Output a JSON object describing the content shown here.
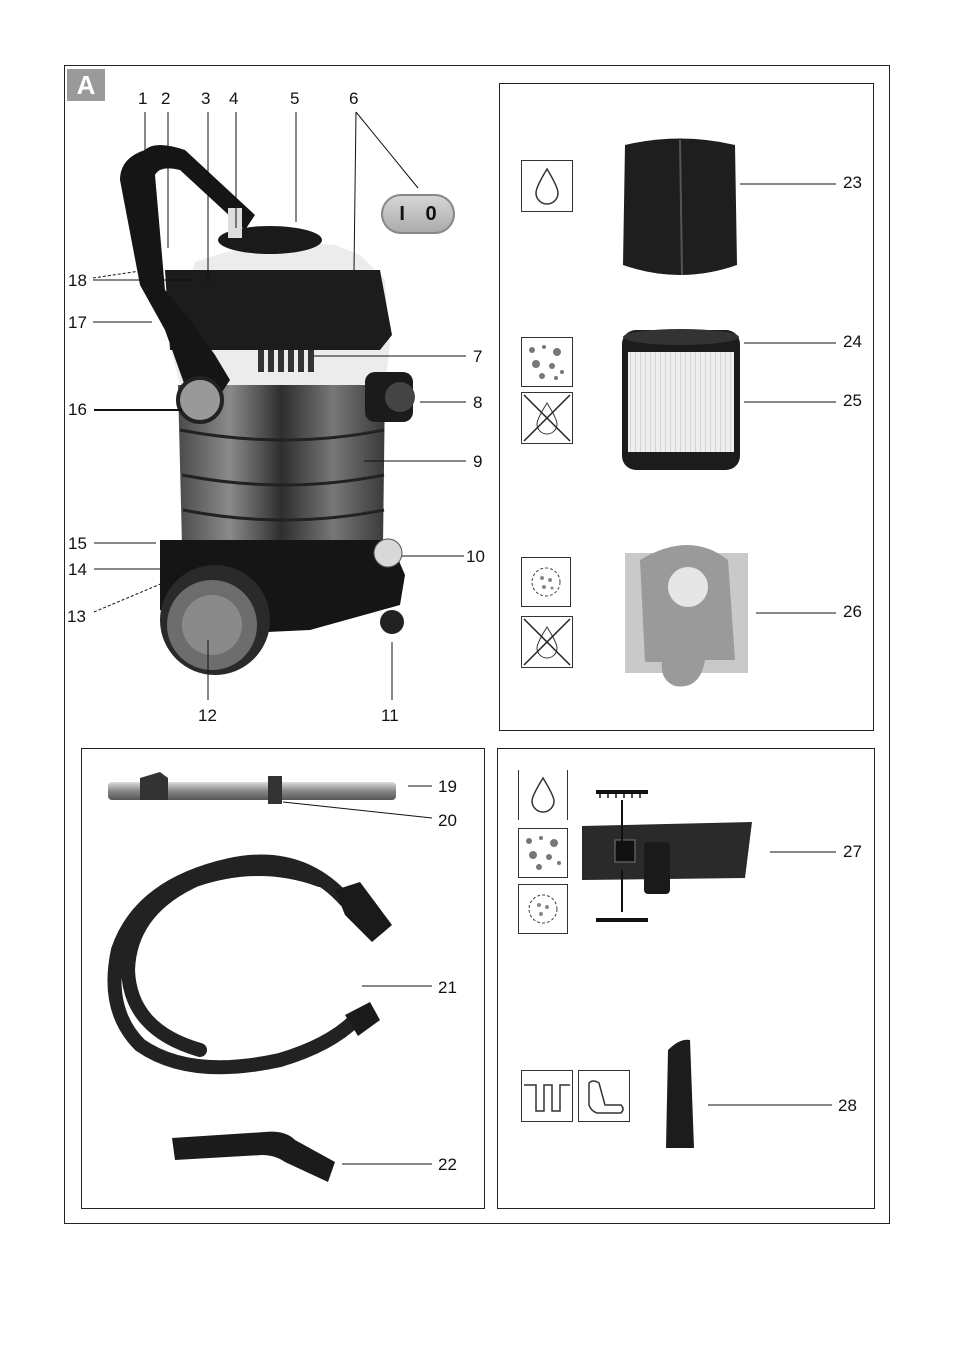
{
  "figure": {
    "badge": "A",
    "switch": {
      "on": "I",
      "off": "0"
    }
  },
  "callouts": [
    {
      "id": "c1",
      "text": "1"
    },
    {
      "id": "c2",
      "text": "2"
    },
    {
      "id": "c3",
      "text": "3"
    },
    {
      "id": "c4",
      "text": "4"
    },
    {
      "id": "c5",
      "text": "5"
    },
    {
      "id": "c6",
      "text": "6"
    },
    {
      "id": "c7",
      "text": "7"
    },
    {
      "id": "c8",
      "text": "8"
    },
    {
      "id": "c9",
      "text": "9"
    },
    {
      "id": "c10",
      "text": "10"
    },
    {
      "id": "c11",
      "text": "11"
    },
    {
      "id": "c12",
      "text": "12"
    },
    {
      "id": "c13",
      "text": "13"
    },
    {
      "id": "c14",
      "text": "14"
    },
    {
      "id": "c15",
      "text": "15"
    },
    {
      "id": "c16",
      "text": "16"
    },
    {
      "id": "c17",
      "text": "17"
    },
    {
      "id": "c18",
      "text": "18"
    },
    {
      "id": "c19",
      "text": "19"
    },
    {
      "id": "c20",
      "text": "20"
    },
    {
      "id": "c21",
      "text": "21"
    },
    {
      "id": "c22",
      "text": "22"
    },
    {
      "id": "c23",
      "text": "23"
    },
    {
      "id": "c24",
      "text": "24"
    },
    {
      "id": "c25",
      "text": "25"
    },
    {
      "id": "c26",
      "text": "26"
    },
    {
      "id": "c27",
      "text": "27"
    },
    {
      "id": "c28",
      "text": "28"
    }
  ],
  "icons": {
    "wet": "water-drop-icon",
    "fine_dust": "fine-dust-icon",
    "no_wet": "no-liquid-icon",
    "coarse_dirt": "coarse-dirt-icon",
    "crevice": "crevice-icon",
    "upholstery": "upholstery-seat-icon"
  }
}
